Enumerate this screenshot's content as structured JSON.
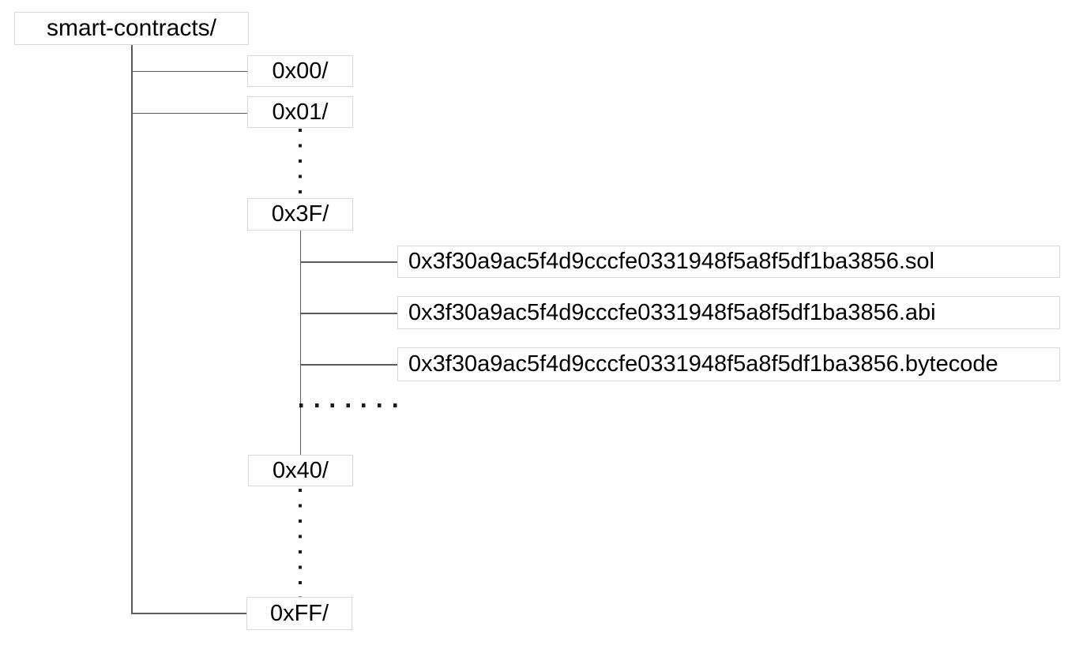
{
  "colors": {
    "background": "#ffffff",
    "box_border": "#d8d8d8",
    "line": "#5a5a5a",
    "dot": "#1c1c1c",
    "text": "#000000"
  },
  "tree": {
    "root": {
      "label": "smart-contracts/"
    },
    "directories": [
      {
        "label": "0x00/"
      },
      {
        "label": "0x01/"
      },
      {
        "label": "0x3F/"
      },
      {
        "label": "0x40/"
      },
      {
        "label": "0xFF/"
      }
    ],
    "files": [
      {
        "label": "0x3f30a9ac5f4d9cccfe0331948f5a8f5df1ba3856.sol"
      },
      {
        "label": "0x3f30a9ac5f4d9cccfe0331948f5a8f5df1ba3856.abi"
      },
      {
        "label": "0x3f30a9ac5f4d9cccfe0331948f5a8f5df1ba3856.bytecode"
      }
    ]
  }
}
